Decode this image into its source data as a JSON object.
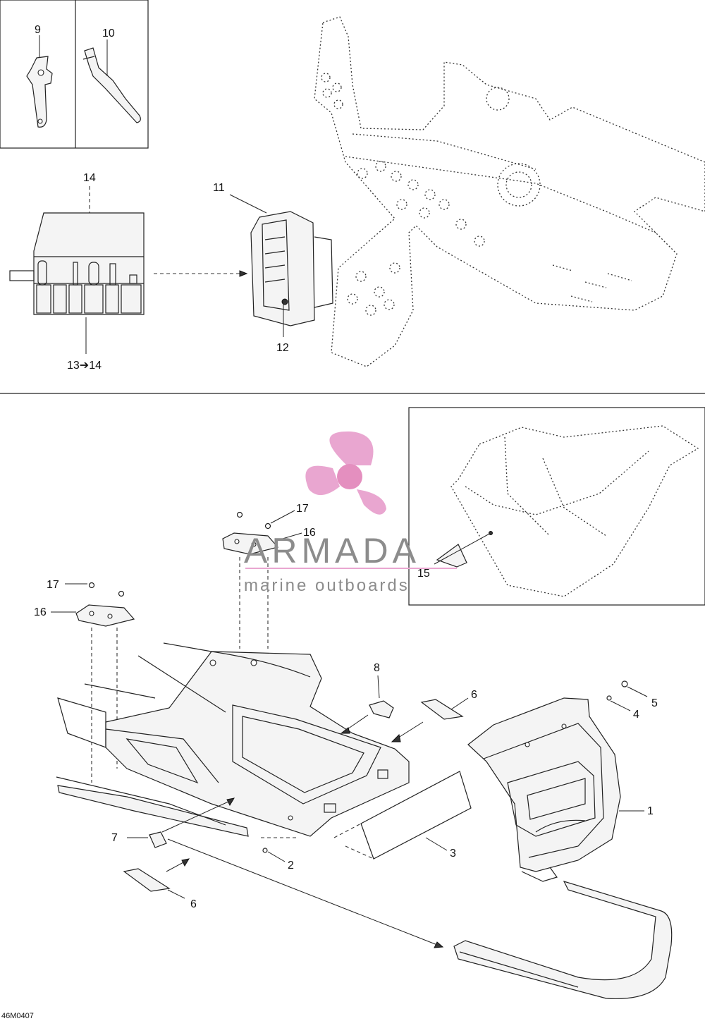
{
  "callouts": {
    "c1": "1",
    "c2": "2",
    "c3": "3",
    "c4": "4",
    "c5": "5",
    "c6a": "6",
    "c6b": "6",
    "c7": "7",
    "c8": "8",
    "c9": "9",
    "c10": "10",
    "c11": "11",
    "c12": "12",
    "c13_14": "13➔14",
    "c14": "14",
    "c15": "15",
    "c16a": "16",
    "c16b": "16",
    "c17a": "17",
    "c17b": "17"
  },
  "drawing_code": "46M0407",
  "watermark": {
    "title": "ARMADA",
    "subtitle": "marine outboards",
    "colors": {
      "logo": "#e9a6d0",
      "text": "#8c8c8c",
      "rule": "#e9a6d0"
    }
  }
}
